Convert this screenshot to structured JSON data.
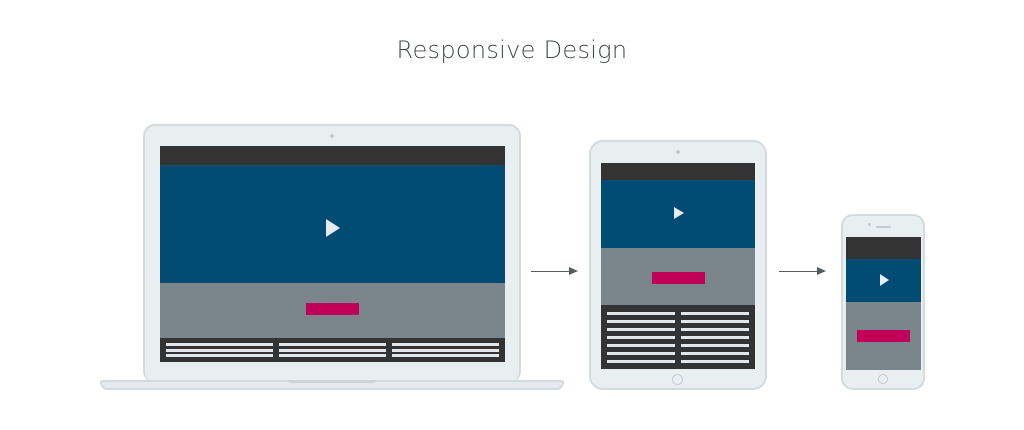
{
  "title": "Responsive Design",
  "colors": {
    "header_bar": "#333333",
    "hero": "#024b72",
    "content_gray": "#7b868c",
    "cta": "#c1005a",
    "device_shell": "#e9eef0",
    "arrow": "#555b5f"
  },
  "devices": [
    {
      "type": "laptop",
      "screen": [
        "header-bar",
        "hero-video",
        "cta-section",
        "footer-links"
      ],
      "footer_columns": 3,
      "footer_rows": 3
    },
    {
      "type": "tablet",
      "screen": [
        "header-bar",
        "hero-video",
        "cta-section",
        "footer-links"
      ],
      "footer_columns": 2,
      "footer_rows": 7
    },
    {
      "type": "phone",
      "screen": [
        "header-bar",
        "hero-video",
        "cta-section"
      ]
    }
  ],
  "flow": [
    "laptop",
    "tablet",
    "phone"
  ],
  "icons": [
    "play-icon",
    "arrow-right-icon"
  ]
}
